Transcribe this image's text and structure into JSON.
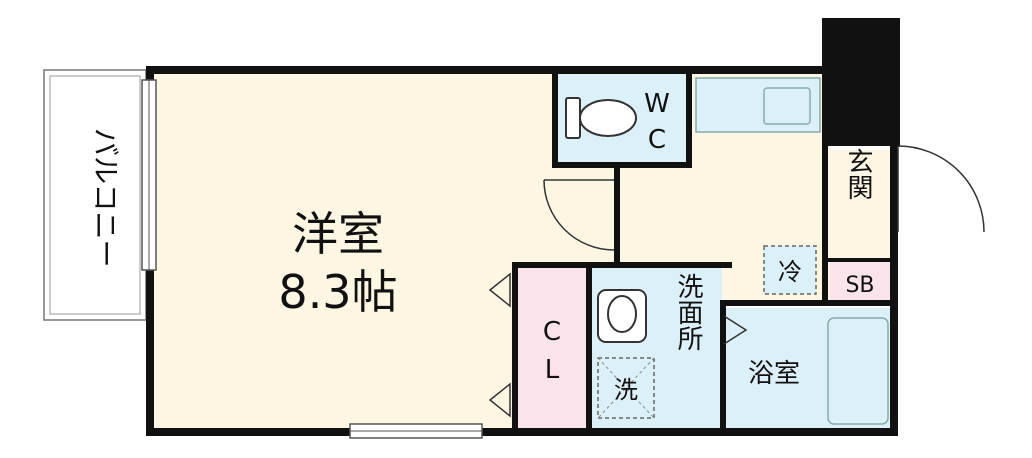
{
  "rooms": {
    "western_room": {
      "name": "洋室",
      "size": "8.3帖"
    },
    "balcony": {
      "name": "バルコニー"
    },
    "wc": {
      "line1": "W",
      "line2": "C"
    },
    "closet": {
      "line1": "C",
      "line2": "L"
    },
    "washroom": {
      "name": "洗面所"
    },
    "bath": {
      "name": "浴室"
    },
    "entrance": {
      "name": "玄関"
    },
    "shoe_box": {
      "name": "SB"
    },
    "fridge_space": {
      "name": "冷"
    },
    "washer_space": {
      "name": "洗"
    }
  },
  "colors": {
    "wall": "#111111",
    "floor": "#fdf6e3",
    "wet_area": "#dcf0fa",
    "closet": "#fbe3ec",
    "balcony": "#ffffff"
  }
}
